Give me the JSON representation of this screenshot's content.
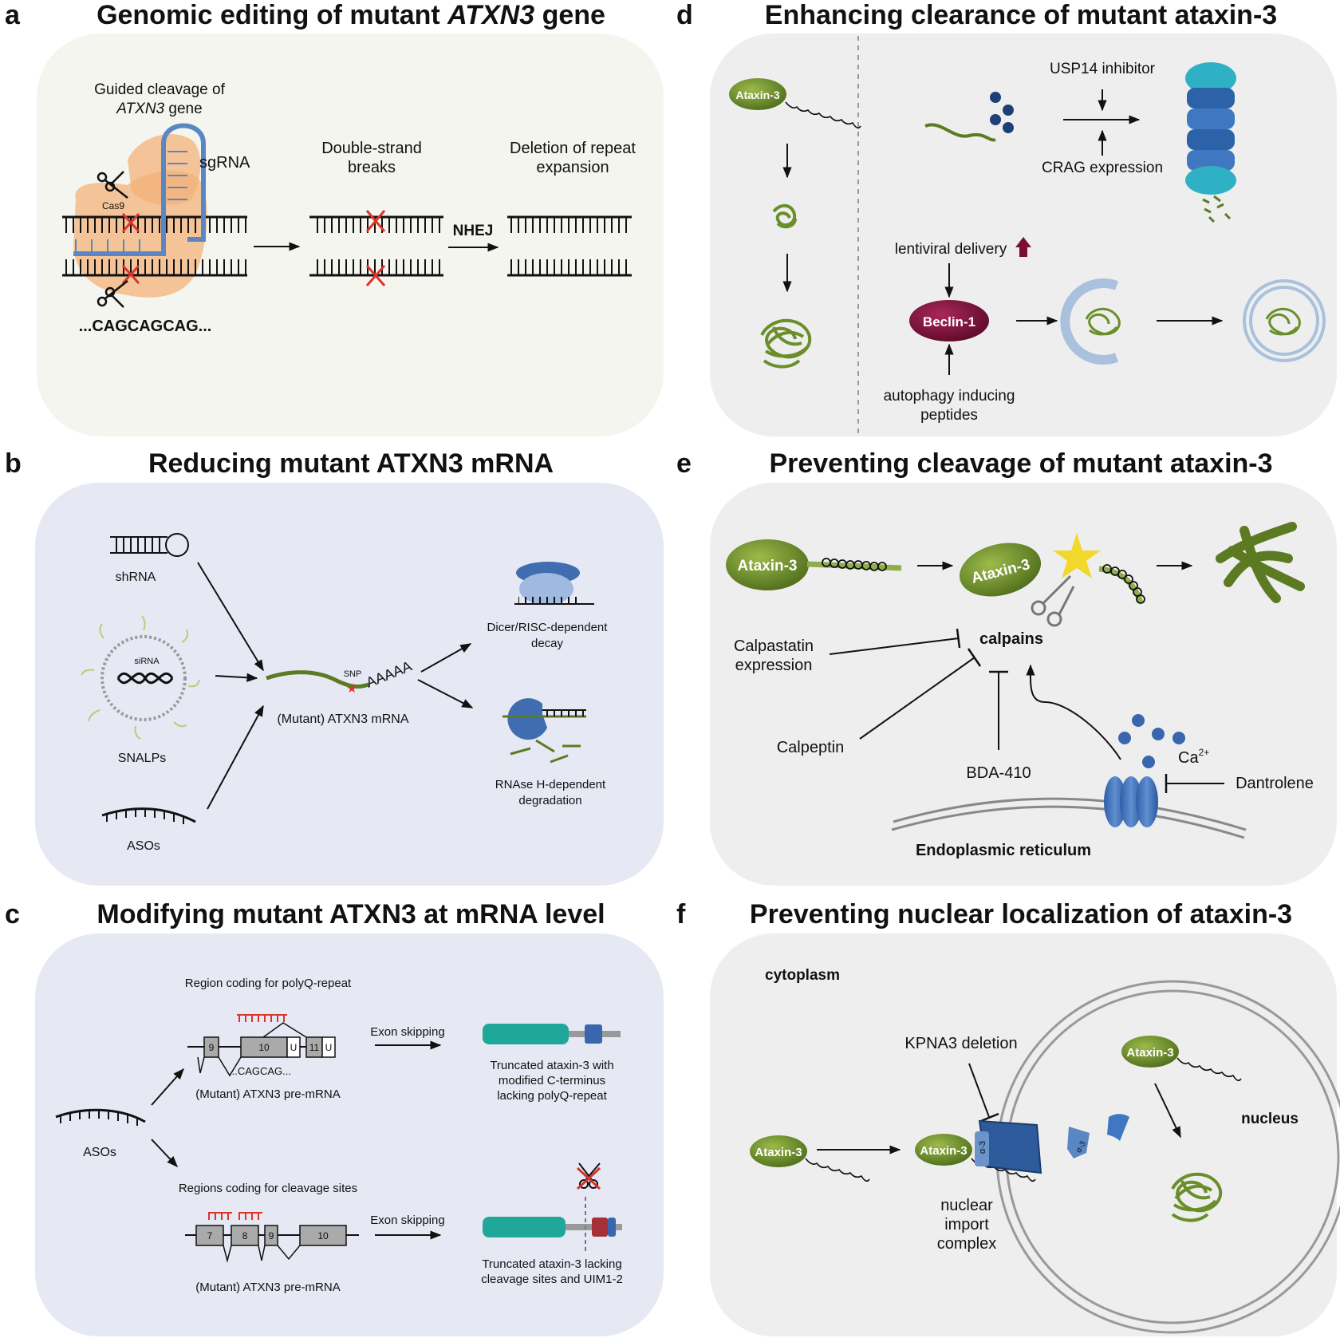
{
  "colors": {
    "panel_a_bg": "#f3f5ee",
    "panel_bc_bg": "#e6e9f4",
    "panel_def_bg": "#eeeeee",
    "green": "#5c7a22",
    "maroon": "#7a0f36",
    "blue": "#3a66ad",
    "teal": "#1fa89a",
    "red": "#d9352b",
    "star": "#f2d82b"
  },
  "panel_a": {
    "letter": "a",
    "title_prefix": "Genomic editing of mutant ",
    "title_italic": "ATXN3",
    "title_suffix": " gene",
    "guided_line1": "Guided cleavage of",
    "guided_line2_italic": "ATXN3",
    "guided_line2_suffix": " gene",
    "sgrna": "sgRNA",
    "cas9": "Cas9",
    "sequence": "...CAGCAGCAG...",
    "dsb_line1": "Double-strand",
    "dsb_line2": "breaks",
    "nhej": "NHEJ",
    "deletion_line1": "Deletion of repeat",
    "deletion_line2": "expansion"
  },
  "panel_b": {
    "letter": "b",
    "title": "Reducing mutant ATXN3 mRNA",
    "shrna": "shRNA",
    "sirna": "siRNA",
    "snalps": "SNALPs",
    "asos": "ASOs",
    "snp": "SNP",
    "polya": "AAAAA",
    "mrna": "(Mutant) ATXN3 mRNA",
    "dicer_line1": "Dicer/RISC-dependent",
    "dicer_line2": "decay",
    "rnase_line1": "RNAse H-dependent",
    "rnase_line2": "degradation"
  },
  "panel_c": {
    "letter": "c",
    "title": "Modifying mutant ATXN3 at mRNA level",
    "region_polyq": "Region coding for polyQ-repeat",
    "exon_10": "10",
    "exon_9": "9",
    "exon_u": "U",
    "exon_11": "11",
    "cag": "...CAGCAG...",
    "premrna": "(Mutant) ATXN3 pre-mRNA",
    "exon_skipping": "Exon skipping",
    "trunc1_line1": "Truncated ataxin-3 with",
    "trunc1_line2": "modified C-terminus",
    "trunc1_line3": "lacking polyQ-repeat",
    "asos": "ASOs",
    "region_cleavage": "Regions coding for cleavage sites",
    "exon_7": "7",
    "exon_8": "8",
    "trunc2_line1": "Truncated ataxin-3 lacking",
    "trunc2_line2": "cleavage sites and UIM1-2"
  },
  "panel_d": {
    "letter": "d",
    "title": "Enhancing clearance of mutant ataxin-3",
    "ataxin": "Ataxin-3",
    "usp14": "USP14 inhibitor",
    "crag": "CRAG expression",
    "lentiviral": "lentiviral delivery",
    "beclin": "Beclin-1",
    "autophagy_line1": "autophagy inducing",
    "autophagy_line2": "peptides"
  },
  "panel_e": {
    "letter": "e",
    "title": "Preventing cleavage of mutant ataxin-3",
    "ataxin": "Ataxin-3",
    "calpains": "calpains",
    "calpastatin_line1": "Calpastatin",
    "calpastatin_line2": "expression",
    "calpeptin": "Calpeptin",
    "bda": "BDA-410",
    "ca": "Ca",
    "ca_sup": "2+",
    "dantrolene": "Dantrolene",
    "er": "Endoplasmic reticulum"
  },
  "panel_f": {
    "letter": "f",
    "title": "Preventing nuclear localization of ataxin-3",
    "cytoplasm": "cytoplasm",
    "kpna3": "KPNA3 deletion",
    "ataxin": "Ataxin-3",
    "alpha3": "α-3",
    "nucleus": "nucleus",
    "import_line1": "nuclear",
    "import_line2": "import",
    "import_line3": "complex"
  }
}
